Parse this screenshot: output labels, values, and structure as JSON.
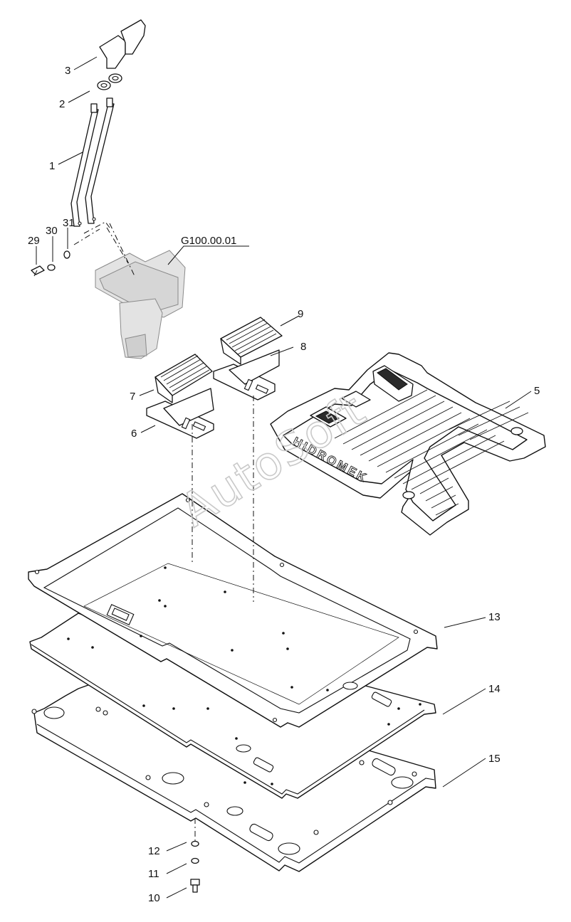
{
  "diagram": {
    "reference_label": "G100.00.01",
    "watermark": "AutoSoft",
    "mat_brand": "HIDROMEK",
    "callouts": [
      "1",
      "2",
      "3",
      "5",
      "6",
      "7",
      "8",
      "9",
      "10",
      "11",
      "12",
      "13",
      "14",
      "15",
      "29",
      "30",
      "31"
    ]
  }
}
